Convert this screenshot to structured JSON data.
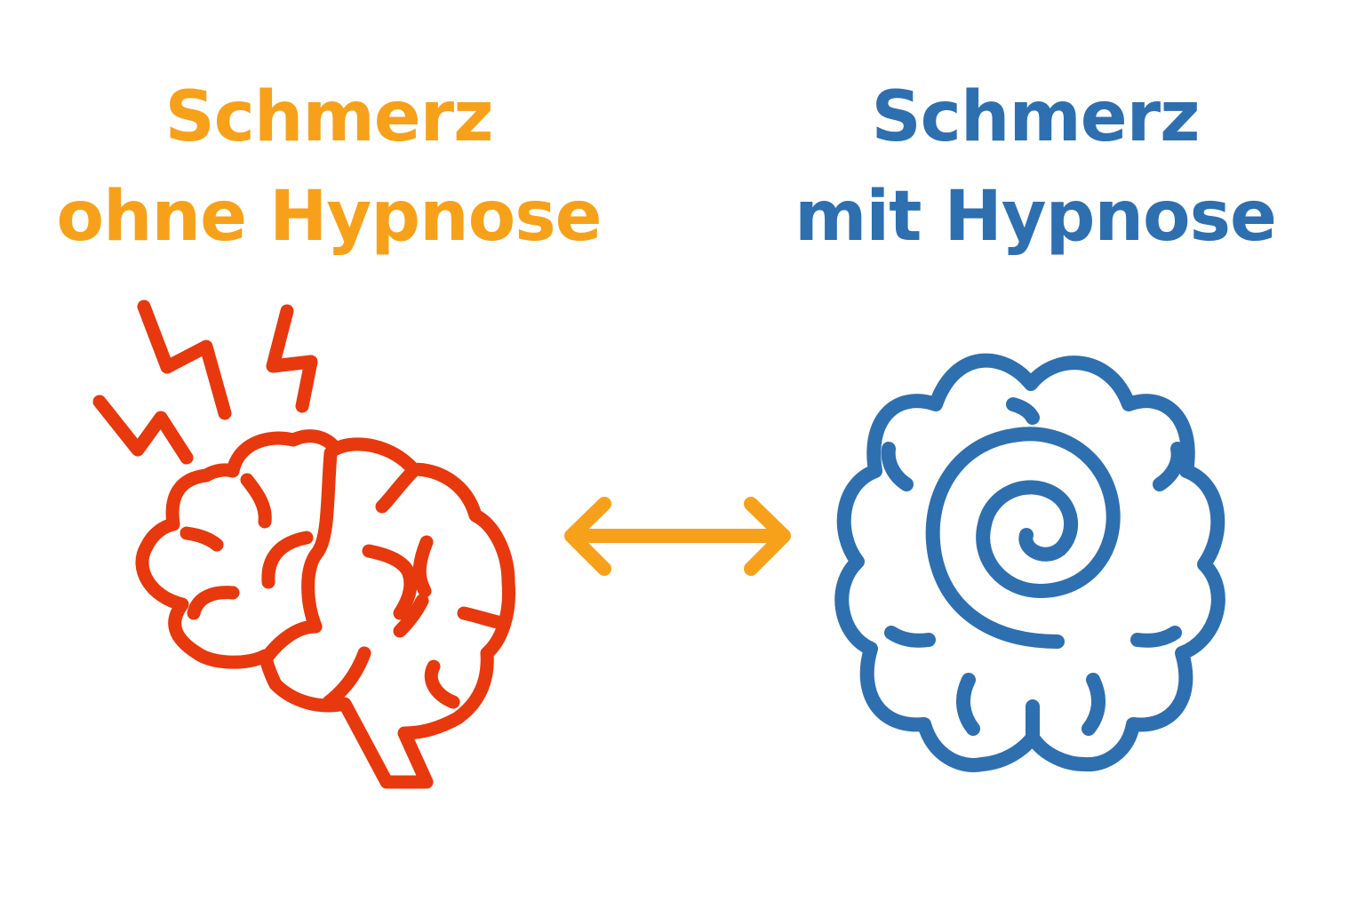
{
  "left": {
    "title_line1": "Schmerz",
    "title_line2": "ohne Hypnose",
    "color": "#f7a11a",
    "icon": "brain-with-lightning-icon",
    "icon_color": "#e8380d"
  },
  "right": {
    "title_line1": "Schmerz",
    "title_line2": "mit Hypnose",
    "color": "#2e6fb0",
    "icon": "cloud-spiral-icon",
    "icon_color": "#2e6fb0"
  },
  "connector": {
    "icon": "double-arrow-icon",
    "color": "#f7a11a"
  }
}
